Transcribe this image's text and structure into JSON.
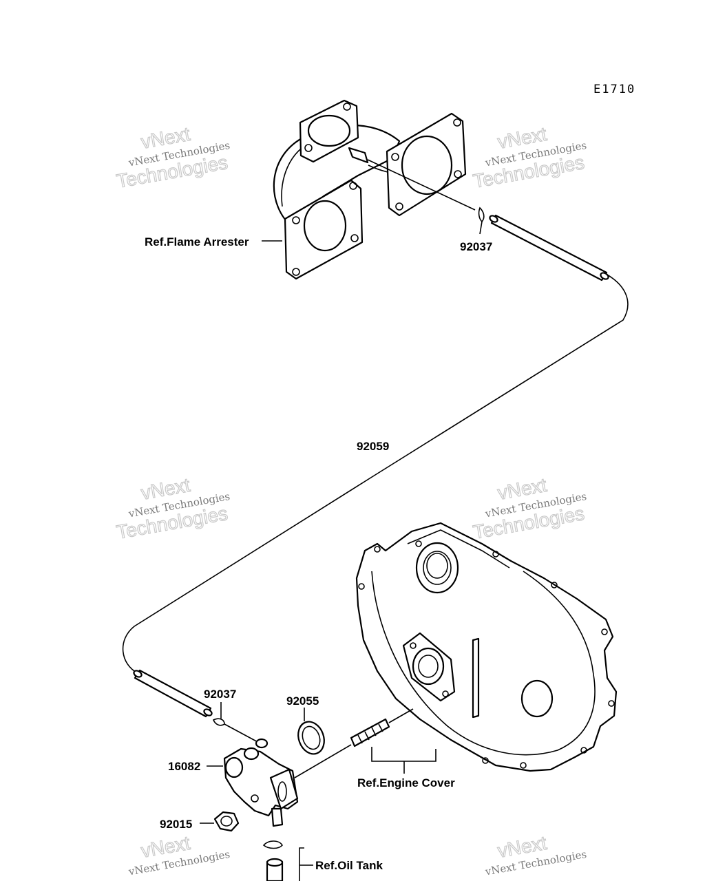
{
  "diagram": {
    "code": "E1710",
    "labels": {
      "flame_arrester": "Ref.Flame Arrester",
      "part_92037_top": "92037",
      "part_92059": "92059",
      "part_92037_bottom": "92037",
      "part_92055": "92055",
      "part_16082": "16082",
      "part_92015": "92015",
      "engine_cover": "Ref.Engine Cover",
      "oil_tank": "Ref.Oil Tank"
    },
    "watermark": {
      "line1": "vNext Technologies",
      "line2": "vNext",
      "line3": "Technologies"
    }
  }
}
